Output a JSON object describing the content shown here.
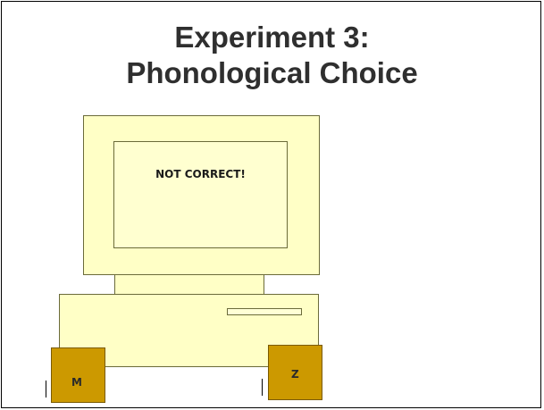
{
  "slide": {
    "title_line1": "Experiment 3:",
    "title_line2": "Phonological Choice"
  },
  "monitor": {
    "screen_text": "NOT CORRECT!"
  },
  "keys": {
    "left_key": "M",
    "right_key": "Z"
  },
  "colors": {
    "computer_fill": "#ffffc6",
    "key_fill": "#cc9900",
    "title_text": "#2f2f2f"
  }
}
